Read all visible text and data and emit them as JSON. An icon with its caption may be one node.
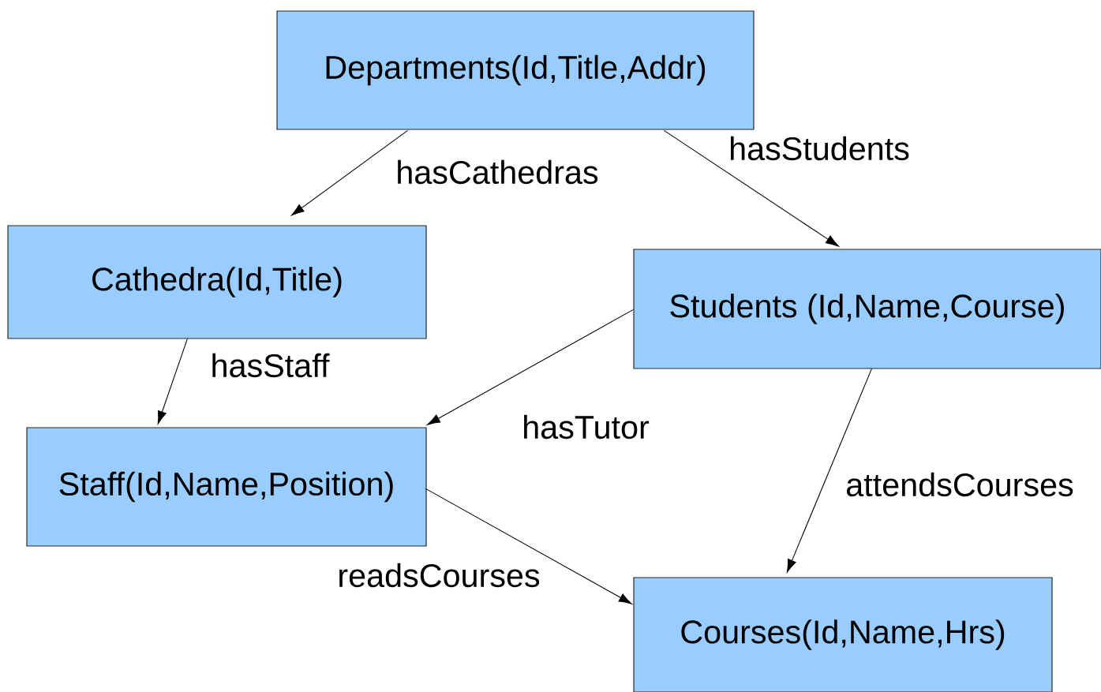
{
  "diagram": {
    "nodes": [
      {
        "text": [
          "Departments(Id,Title,Addr)"
        ]
      },
      {
        "text": [
          "Cathedra(Id,Title)"
        ]
      },
      {
        "text": [
          "Students (Id,Name,Course)"
        ]
      },
      {
        "text": [
          "Staff(Id,Name,Position)"
        ]
      },
      {
        "text": [
          "Courses(Id,Name,Hrs)"
        ]
      }
    ],
    "edges": [
      {
        "from": 0,
        "to": 1,
        "arrow": "to",
        "label": "hasCathedras"
      },
      {
        "from": 0,
        "to": 2,
        "arrow": "to",
        "label": "hasStudents"
      },
      {
        "from": 1,
        "to": 3,
        "arrow": "to",
        "label": "hasStaff"
      },
      {
        "from": 2,
        "to": 3,
        "arrow": "to",
        "label": "hasTutor"
      },
      {
        "from": 2,
        "to": 4,
        "arrow": "to",
        "label": "attendsCourses"
      },
      {
        "from": 3,
        "to": 4,
        "arrow": "to",
        "label": "readsCourses"
      }
    ]
  }
}
